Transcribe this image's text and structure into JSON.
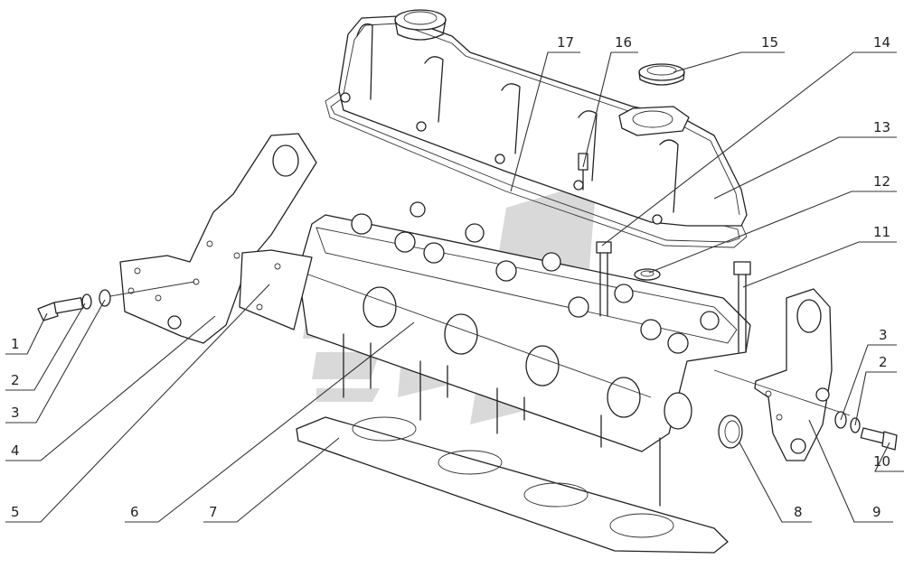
{
  "callouts": [
    {
      "id": "c1",
      "label": "1"
    },
    {
      "id": "c2",
      "label": "2"
    },
    {
      "id": "c3",
      "label": "3"
    },
    {
      "id": "c4",
      "label": "4"
    },
    {
      "id": "c5",
      "label": "5"
    },
    {
      "id": "c6",
      "label": "6"
    },
    {
      "id": "c7",
      "label": "7"
    },
    {
      "id": "c8",
      "label": "8"
    },
    {
      "id": "c9",
      "label": "9"
    },
    {
      "id": "c10",
      "label": "10"
    },
    {
      "id": "c11",
      "label": "11"
    },
    {
      "id": "c12",
      "label": "12"
    },
    {
      "id": "c13",
      "label": "13"
    },
    {
      "id": "c14",
      "label": "14"
    },
    {
      "id": "c15",
      "label": "15"
    },
    {
      "id": "c16",
      "label": "16"
    },
    {
      "id": "c17",
      "label": "17"
    },
    {
      "id": "c2r",
      "label": "2"
    },
    {
      "id": "c3r",
      "label": "3"
    }
  ],
  "colors": {
    "line": "#222222",
    "background": "#ffffff",
    "watermark": "#9a9a9a"
  }
}
